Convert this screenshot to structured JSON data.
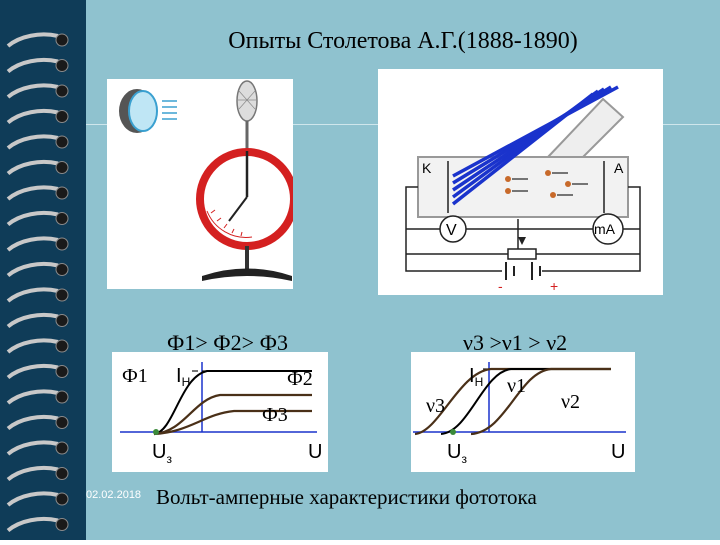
{
  "slide": {
    "title": "Опыты Столетова А.Г.(1888-1890)",
    "date": "02.02.2018",
    "caption": "Вольт-амперные характеристики фототока"
  },
  "circuit": {
    "cathode_label": "K",
    "anode_label": "A",
    "voltmeter_label": "V",
    "ammeter_label": "mA",
    "minus_label": "-",
    "plus_label": "+"
  },
  "graph_flux": {
    "heading": "Ф1> Ф2> Ф3",
    "curve_labels": [
      "Ф1",
      "Ф2",
      "Ф3"
    ],
    "saturation_label_main": "I",
    "saturation_label_sub": "Н",
    "stop_voltage_main": "U",
    "stop_voltage_sub": "з",
    "x_axis_label": "U"
  },
  "graph_frequency": {
    "heading": "ν3 >ν1 > ν2",
    "curve_labels": [
      "ν3",
      "ν1",
      "ν2"
    ],
    "saturation_label_main": "I",
    "saturation_label_sub": "Н",
    "stop_voltage_main": "U",
    "stop_voltage_sub": "з",
    "x_axis_label": "U"
  },
  "colors": {
    "slide_bg": "#8fc2cf",
    "left_strip": "#0f3c58",
    "curve_main": "#000000",
    "curve_secondary": "#4a3018",
    "axis_blue": "#1a33cc",
    "stop_point": "#3a8a3a",
    "ring_red": "#d42020"
  }
}
